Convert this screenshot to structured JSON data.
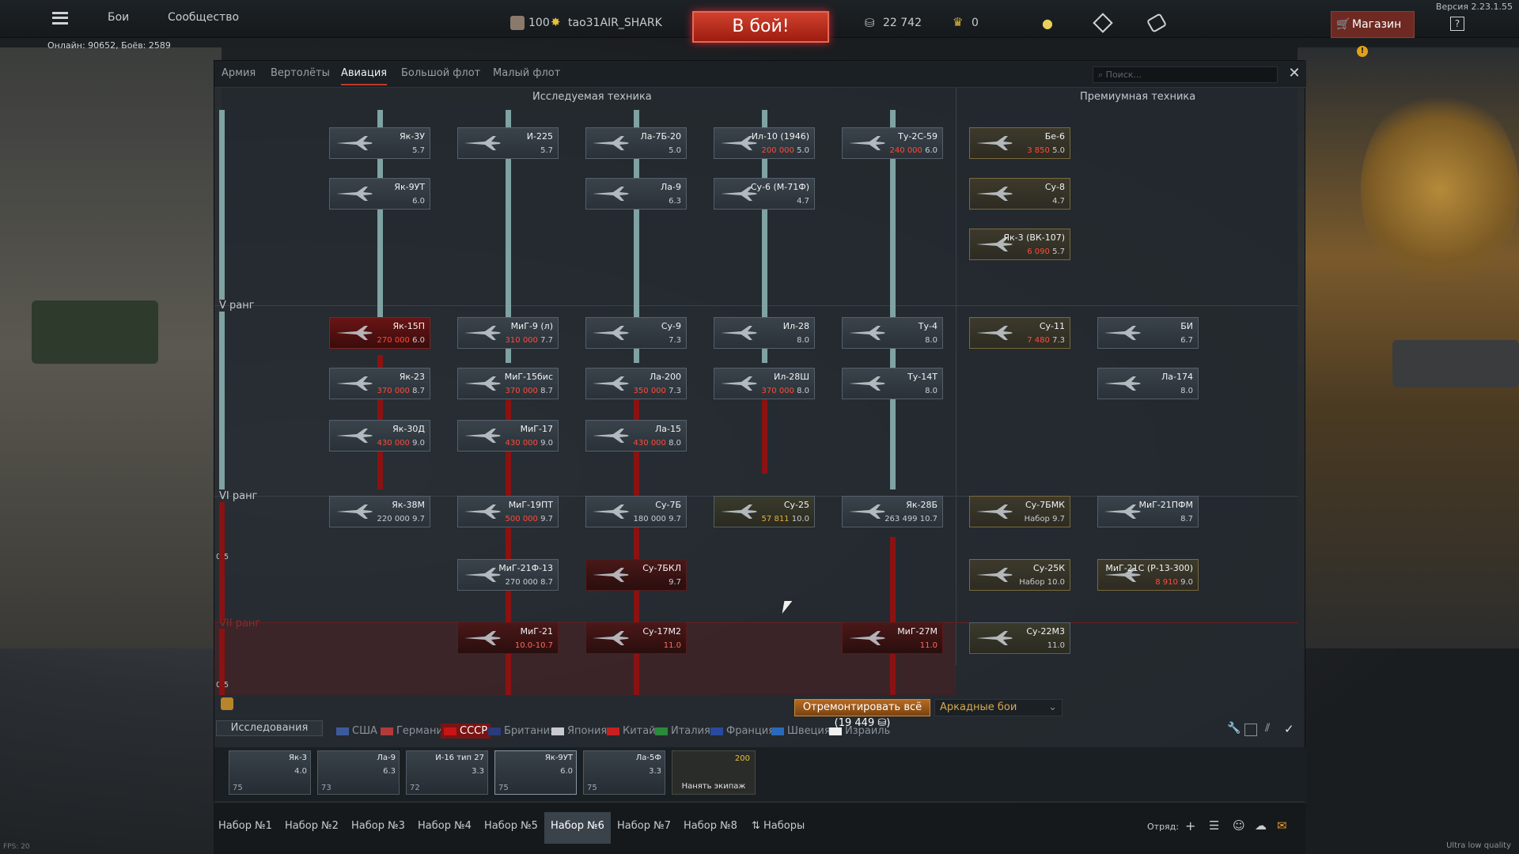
{
  "version": "Версия 2.23.1.55",
  "topbar": {
    "battles": "Бои",
    "community": "Сообщество",
    "rank": "100",
    "nickname": "tao31AIR_SHARK",
    "battle_button": "В бой!",
    "silver": "22 742",
    "gold": "0",
    "shop": "Магазин",
    "help": "?"
  },
  "online": "Онлайн: 90652, Боёв: 2589",
  "tabs": [
    "Армия",
    "Вертолёты",
    "Авиация",
    "Большой флот",
    "Малый флот"
  ],
  "search_placeholder": "Поиск...",
  "headers": {
    "research": "Исследуемая техника",
    "premium": "Премиумная техника"
  },
  "ranks": {
    "r5": "V ранг",
    "r6": "VI ранг",
    "r7": "VII ранг",
    "r6_count": "0/5",
    "r7_count": "0/5"
  },
  "vehicles": [
    {
      "name": "Як-3У",
      "info": "5.7"
    },
    {
      "name": "И-225",
      "info": "5.7"
    },
    {
      "name": "Ла-7Б-20",
      "info": "5.0"
    },
    {
      "name": "Ил-10 (1946)",
      "cost": "200 000",
      "info": "5.0"
    },
    {
      "name": "Ту-2С-59",
      "cost": "240 000",
      "info": "6.0"
    },
    {
      "name": "Як-9УТ",
      "info": "6.0"
    },
    {
      "name": "Ла-9",
      "info": "6.3"
    },
    {
      "name": "Су-6 (М-71Ф)",
      "info": "4.7"
    },
    {
      "name": "Як-15П",
      "cost": "270 000",
      "info": "6.0"
    },
    {
      "name": "МиГ-9 (л)",
      "cost": "310 000",
      "info": "7.7"
    },
    {
      "name": "Су-9",
      "info": "7.3"
    },
    {
      "name": "Ил-28",
      "info": "8.0"
    },
    {
      "name": "Ту-4",
      "info": "8.0"
    },
    {
      "name": "Як-23",
      "cost": "370 000",
      "info": "8.7"
    },
    {
      "name": "МиГ-15бис",
      "cost": "370 000",
      "info": "8.7"
    },
    {
      "name": "Ла-200",
      "cost": "350 000",
      "info": "7.3"
    },
    {
      "name": "Ил-28Ш",
      "cost": "370 000",
      "info": "8.0"
    },
    {
      "name": "Ту-14Т",
      "info": "8.0"
    },
    {
      "name": "Як-30Д",
      "cost": "430 000",
      "info": "9.0"
    },
    {
      "name": "МиГ-17",
      "cost": "430 000",
      "info": "9.0"
    },
    {
      "name": "Ла-15",
      "cost": "430 000",
      "info": "8.0"
    },
    {
      "name": "Як-38М",
      "cost": "220 000",
      "info": "9.7"
    },
    {
      "name": "МиГ-19ПТ",
      "cost": "500 000",
      "info": "9.7"
    },
    {
      "name": "Су-7Б",
      "cost": "180 000",
      "info": "9.7"
    },
    {
      "name": "Су-25",
      "cost": "57 811",
      "info": "10.0"
    },
    {
      "name": "Як-28Б",
      "cost": "263 499",
      "info": "10.7"
    },
    {
      "name": "МиГ-21Ф-13",
      "cost": "270 000",
      "info": "8.7"
    },
    {
      "name": "Су-7БКЛ",
      "info": "9.7"
    },
    {
      "name": "МиГ-21",
      "info": "10.0-10.7"
    },
    {
      "name": "Су-17М2",
      "info": "11.0"
    },
    {
      "name": "МиГ-27М",
      "info": "11.0"
    }
  ],
  "premium": [
    {
      "name": "Бе-6",
      "cost": "3 850",
      "info": "5.0"
    },
    {
      "name": "Су-8",
      "info": "4.7"
    },
    {
      "name": "Як-3 (ВК-107)",
      "cost": "6 090",
      "info": "5.7"
    },
    {
      "name": "Су-11",
      "cost": "7 480",
      "info": "7.3"
    },
    {
      "name": "БИ",
      "info": "6.7"
    },
    {
      "name": "Ла-174",
      "info": "8.0"
    },
    {
      "name": "Су-7БМК",
      "info": "Набор 9.7"
    },
    {
      "name": "МиГ-21ПФМ",
      "info": "8.7"
    },
    {
      "name": "Су-25К",
      "info": "Набор 10.0"
    },
    {
      "name": "МиГ-21С (Р-13-300)",
      "cost": "8 910",
      "info": "9.0"
    },
    {
      "name": "Су-22М3",
      "info": "11.0"
    }
  ],
  "repair": "Отремонтировать всё (19 449",
  "mode": "Аркадные бои",
  "research_button": "Исследования",
  "nations": [
    "США",
    "Германия",
    "СССР",
    "Британия",
    "Япония",
    "Китай",
    "Италия",
    "Франция",
    "Швеция",
    "Израиль"
  ],
  "nation_colors": [
    "#3c5a9a",
    "#b23a3a",
    "#c81414",
    "#2a3a7a",
    "#c8c8d0",
    "#c82020",
    "#2a8a3a",
    "#2a4aa0",
    "#2a6aba",
    "#f0f0f0"
  ],
  "crew": [
    {
      "name": "Як-3",
      "br": "4.0",
      "crew": "75"
    },
    {
      "name": "Ла-9",
      "br": "6.3",
      "crew": "73"
    },
    {
      "name": "И-16 тип 27",
      "br": "3.3",
      "crew": "72"
    },
    {
      "name": "Як-9УТ",
      "br": "6.0",
      "crew": "75"
    },
    {
      "name": "Ла-5Ф",
      "br": "3.3",
      "crew": "75"
    }
  ],
  "hire": {
    "label": "Нанять экипаж",
    "cost": "200"
  },
  "presets": [
    "Набор №1",
    "Набор №2",
    "Набор №3",
    "Набор №4",
    "Набор №5",
    "Набор №6",
    "Набор №7",
    "Набор №8",
    "Наборы"
  ],
  "squad_label": "Отряд:",
  "fps": "FPS: 20",
  "quality": "Ultra low quality"
}
